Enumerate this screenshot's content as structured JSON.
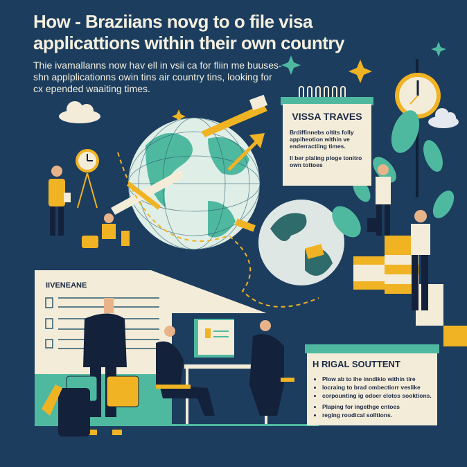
{
  "header": {
    "title": "How - Braziians novg to o file visa applicattions within their  own   country",
    "subtitle": "Thie ivamallanns now hav ell in vsii ca for fliin me buuses-shn applplicationns owin tins air country tins, looking for cx epended waaiting times."
  },
  "visa_card": {
    "heading": "VISSA TRAVES",
    "paragraphs": [
      "Brdiffinnebs oltits folly appiheotion within ve enderractiing times.",
      "Il ber plaling ploge tonitro own tottoes"
    ]
  },
  "left_panel": {
    "label": "IIVENEANE"
  },
  "legal_card": {
    "heading": "H RIGAL SOUTTENT",
    "items": [
      "Plow ab to ihe inndikio within tire",
      "locraing to brad ombectiorr veslike",
      "corpounting ig odoer clotos sooktions.",
      "Plaping for ingethge cntoes",
      "reging roodical solltions."
    ]
  },
  "colors": {
    "background": "#1c3d5e",
    "cream": "#f3ecd9",
    "teal": "#4fb9a0",
    "yellow": "#f0b323",
    "navy": "#14213a"
  },
  "icons": [
    "clock-icon",
    "globe-icon",
    "airplane-icon",
    "sparkle-icon",
    "leaf-icon",
    "briefcase-icon",
    "computer-icon",
    "cloud-icon",
    "checkbox-icon"
  ]
}
